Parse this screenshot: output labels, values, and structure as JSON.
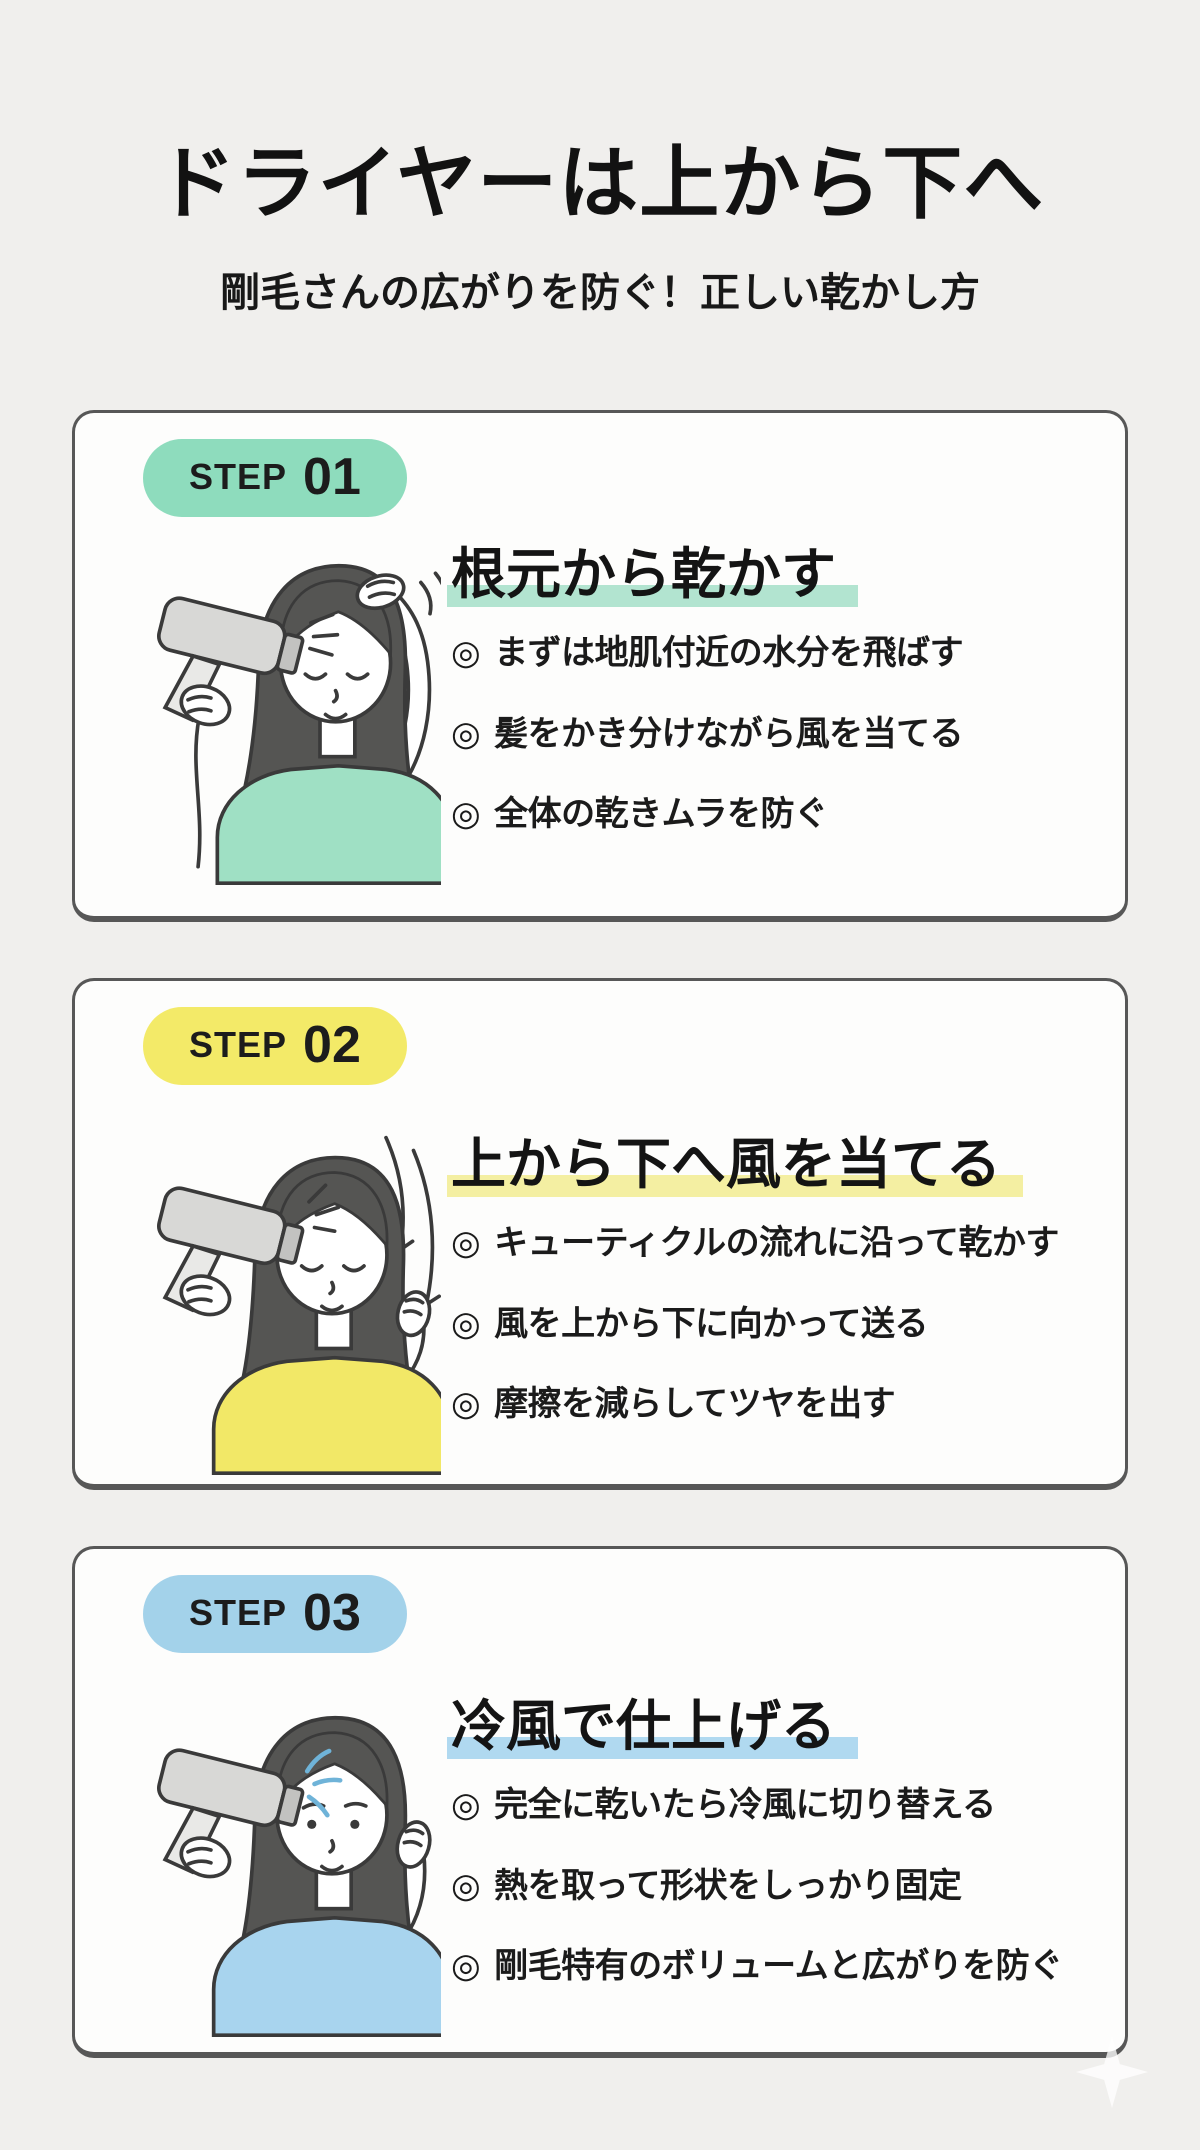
{
  "page": {
    "title": "ドライヤーは上から下へ",
    "subtitle": "剛毛さんの広がりを防ぐ！正しい乾かし方",
    "background_color": "#f0efed",
    "card_background": "#fdfdfc",
    "card_border_color": "#575757"
  },
  "steps": [
    {
      "badge_label": "STEP",
      "badge_number": "01",
      "accent_color": "#8edcbd",
      "highlight_color": "#b2e4d0",
      "shirt_color": "#9fe0c4",
      "heading": "根元から乾かす",
      "bullet_marker": "◎",
      "bullets": [
        "まずは地肌付近の水分を飛ばす",
        "髪をかき分けながら風を当てる",
        "全体の乾きムラを防ぐ"
      ],
      "illustration": "woman in mint shirt drying roots, hand parting hair on top of head"
    },
    {
      "badge_label": "STEP",
      "badge_number": "02",
      "accent_color": "#f3ea68",
      "highlight_color": "#f4efa2",
      "shirt_color": "#f2e867",
      "heading": "上から下へ風を当てる",
      "bullet_marker": "◎",
      "bullets": [
        "キューティクルの流れに沿って乾かす",
        "風を上から下に向かって送る",
        "摩擦を減らしてツヤを出す"
      ],
      "illustration": "woman in yellow shirt, airflow arrows pointing down along hair"
    },
    {
      "badge_label": "STEP",
      "badge_number": "03",
      "accent_color": "#a3d2ea",
      "highlight_color": "#b0d9f0",
      "shirt_color": "#a8d4ee",
      "heading": "冷風で仕上げる",
      "bullet_marker": "◎",
      "bullets": [
        "完全に乾いたら冷風に切り替える",
        "熱を取って形状をしっかり固定",
        "剛毛特有のボリュームと広がりを防ぐ"
      ],
      "illustration": "woman in blue shirt using cool (blue) airflow, eyes open"
    }
  ]
}
